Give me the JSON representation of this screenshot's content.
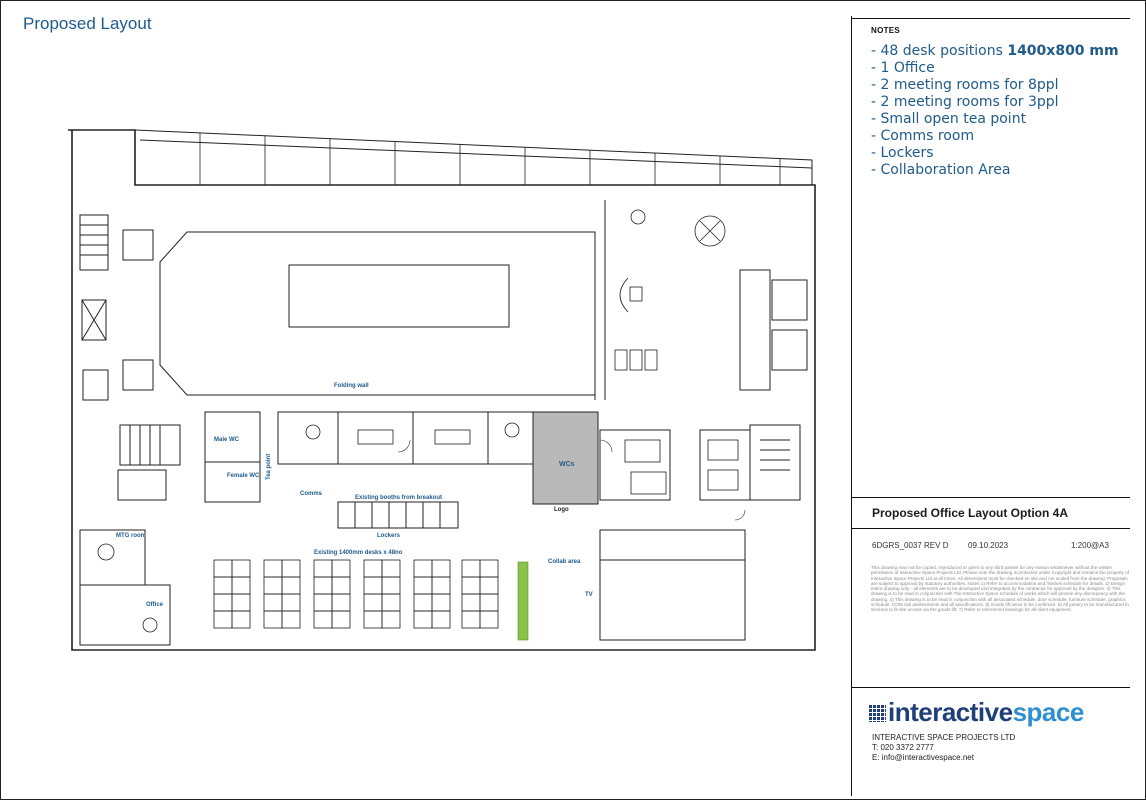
{
  "sheet_title": "Proposed Layout",
  "notes": {
    "heading": "NOTES",
    "items": [
      {
        "text": "- 48 desk positions ",
        "bold": "1400x800 mm"
      },
      {
        "text": "- 1 Office"
      },
      {
        "text": "- 2 meeting rooms for 8ppl"
      },
      {
        "text": "- 2 meeting rooms for 3ppl"
      },
      {
        "text": "- Small open tea point"
      },
      {
        "text": "- Comms room"
      },
      {
        "text": "- Lockers"
      },
      {
        "text": "- Collaboration Area"
      }
    ]
  },
  "drawing_title": "Proposed Office Layout Option 4A",
  "drawing_ref": "6DGRS_0037 REV D",
  "date": "09.10.2023",
  "scale": "1:200@A3",
  "disclaimer": "This drawing may not be copied, reproduced or given to any third parties for any reason whatsoever without the written permission of Interactive Space Projects Ltd. Please note the drawing is protected under Copyright and remains the property of Interactive Space Projects Ltd at all times. All dimensions must be checked on site and not scaled from the drawing. Proposals are subject to approval by statutory authorities. Notes 1) Refer to accommodation and finishes schedule for details. 2) Design intent drawing only - all elements are to be developed and integrated by the contractor for approval by the designer. 3) This drawing is to be read in conjunction with The Interactive Space schedule of works which will provide any discrepancy with the drawing. 4) This drawing is to be read in conjunction with all associated schedule, door schedule, furniture schedule, graphics schedule, COM risk assessments and all specifications. 5) Goods lift items to be confirmed. 6) All joinery to be manufactured in sections to fit site access via the goods lift. 7) Refer to referenced drawings for all client equipment.",
  "logo": {
    "part1": "interactive",
    "part2": "space"
  },
  "company": {
    "name": "INTERACTIVE SPACE PROJECTS LTD",
    "phone": "T: 020 3372 2777",
    "email": "E: info@interactivespace.net"
  },
  "plan_labels": {
    "folding_wall": "Folding wall",
    "wcs": "WCs",
    "logo": "Logo",
    "male_wc": "Male WC",
    "female_wc": "Female WC",
    "tea_point": "Tea point",
    "comms": "Comms",
    "existing_booths": "Existing booths from breakout",
    "lockers": "Lockers",
    "existing_desks": "Existing 1400mm desks x 48no",
    "mtg_room": "MTG room",
    "office": "Office",
    "collab_area": "Collab area",
    "tv": "TV"
  },
  "colors": {
    "accent": "#1f5b8a",
    "wc_fill": "#b9b9b9",
    "planter": "#8bc34a",
    "logo_dark": "#1f3f78",
    "logo_light": "#2f8fd0"
  }
}
